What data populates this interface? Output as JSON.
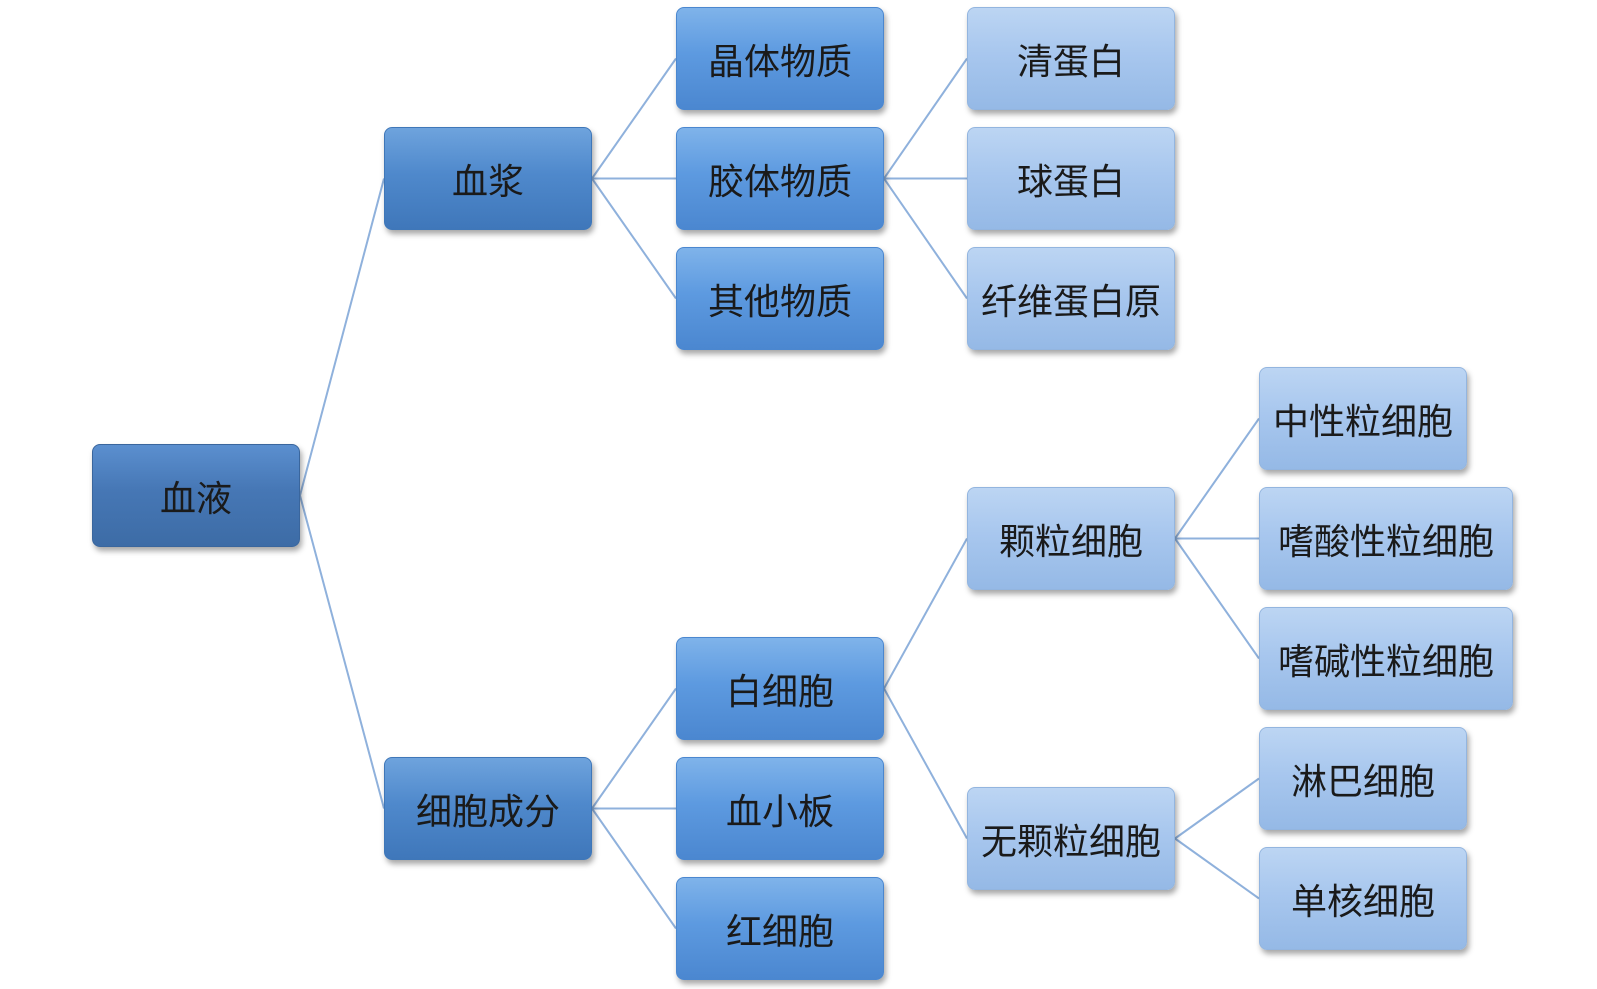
{
  "diagram": {
    "line_color": "#8fb1dc",
    "level_colors": {
      "root": "#4677b5",
      "level1": "#4f89cc",
      "level2": "#5d9ae0",
      "level3": "#a8c7ee"
    },
    "nodes": {
      "xueye": "血液",
      "xuejiang": "血浆",
      "xibaochengfen": "细胞成分",
      "jingti": "晶体物质",
      "jiaoti": "胶体物质",
      "qita": "其他物质",
      "qingdanbai": "清蛋白",
      "qiudanbai": "球蛋白",
      "xianwei": "纤维蛋白原",
      "baixibao": "白细胞",
      "xuexiaoban": "血小板",
      "hongxibao": "红细胞",
      "keli": "颗粒细胞",
      "wukeli": "无颗粒细胞",
      "zhongxing": "中性粒细胞",
      "shisuan": "嗜酸性粒细胞",
      "shijian": "嗜碱性粒细胞",
      "linba": "淋巴细胞",
      "danhe": "单核细胞"
    }
  }
}
